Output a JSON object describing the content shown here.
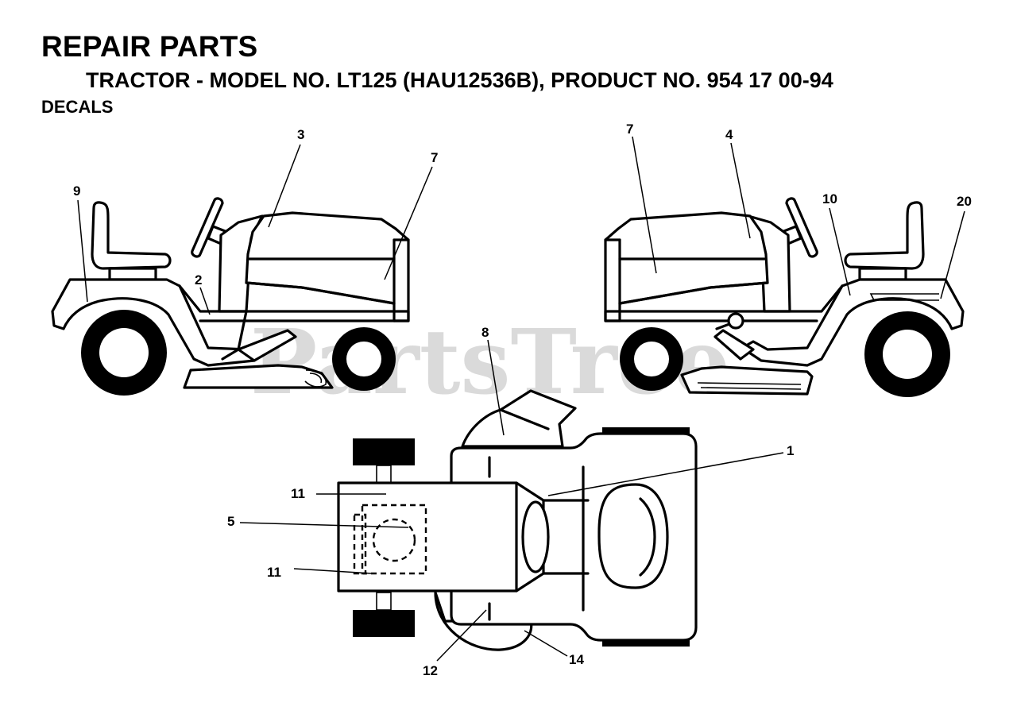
{
  "header": {
    "title": "REPAIR PARTS",
    "subtitle": "TRACTOR - MODEL NO. LT125 (HAU12536B), PRODUCT NO. 954 17 00-94",
    "section": "DECALS"
  },
  "watermark": "PartsTree",
  "callouts": {
    "left_view": [
      "3",
      "7",
      "9",
      "2"
    ],
    "right_view": [
      "7",
      "4",
      "10",
      "20"
    ],
    "top_view": [
      "8",
      "1",
      "11",
      "5",
      "11",
      "12",
      "14"
    ]
  },
  "colors": {
    "line": "#000000",
    "background": "#ffffff",
    "watermark": "#a8a8a8"
  }
}
